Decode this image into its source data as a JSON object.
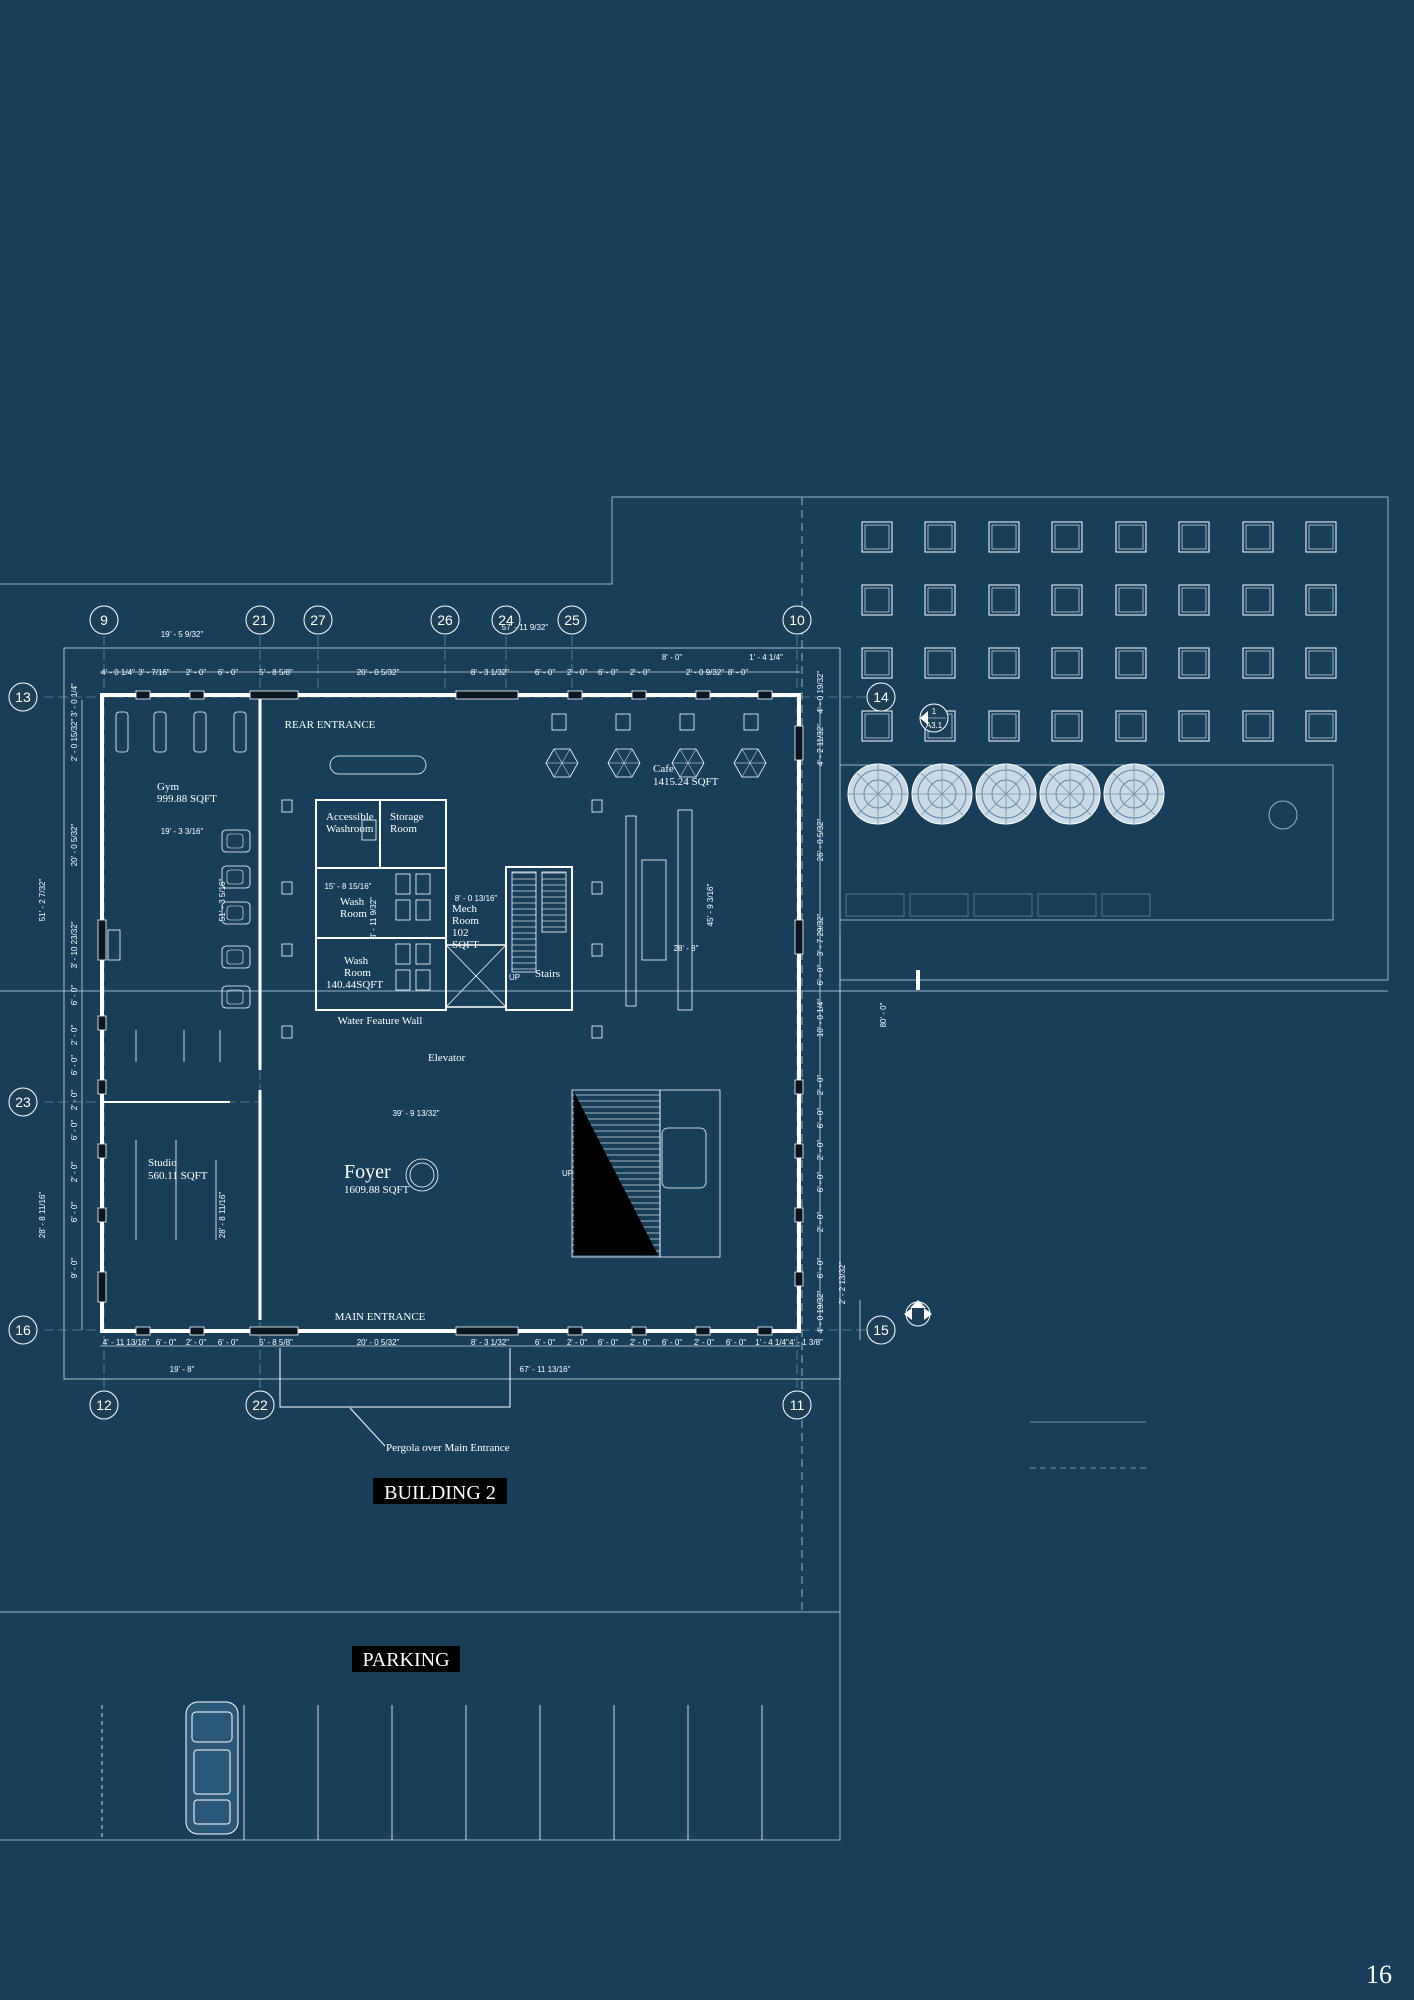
{
  "title": "BUILDING 2",
  "parking_label": "PARKING",
  "page_number": "16",
  "grid_bubbles": [
    "9",
    "21",
    "27",
    "26",
    "24",
    "25",
    "10",
    "13",
    "14",
    "23",
    "16",
    "15",
    "12",
    "22",
    "11"
  ],
  "section_marker": {
    "top": "1",
    "bottom": "A3.1"
  },
  "rooms": {
    "rear_entrance": "REAR ENTRANCE",
    "main_entrance": "MAIN ENTRANCE",
    "gym_name": "Gym",
    "gym_area": "999.88 SQFT",
    "cafe_name": "Cafe",
    "cafe_area": "1415.24 SQFT",
    "acc_wash_1": "Accessible",
    "acc_wash_2": "Washroom",
    "storage_1": "Storage",
    "storage_2": "Room",
    "wash1_1": "Wash",
    "wash1_2": "Room",
    "mech_1": "Mech",
    "mech_2": "Room",
    "mech_3": "102",
    "mech_4": "SQFT",
    "wash2_1": "Wash",
    "wash2_2": "Room",
    "wash2_3": "140.44SQFT",
    "stairs": "Stairs",
    "up1": "UP",
    "up2": "UP",
    "water_wall": "Water Feature Wall",
    "elevator": "Elevator",
    "studio_name": "Studio",
    "studio_area": "560.11 SQFT",
    "foyer_name": "Foyer",
    "foyer_area": "1609.88 SQFT",
    "pergola": "Pergola over Main Entrance"
  },
  "dimensions": {
    "d_top_overall": "19' - 5 9/32\"",
    "d_top_mid": "57' - 11 9/32\"",
    "d_top_r": "8' - 0\"",
    "t1": "4' - 0 1/4\"",
    "t2": "3' - 7/16\"",
    "t3": "2' - 0\"",
    "t4": "6' - 0\"",
    "t5": "5' - 8 5/8\"",
    "t6": "20' - 0 5/32\"",
    "t7": "8' - 3 1/32\"",
    "t8": "6' - 0\"",
    "t9": "2' - 0\"",
    "t10": "6' - 0\"",
    "t11": "2' - 0\"",
    "t12": "2' - 0 9/32\"",
    "t13": "8' - 0\"",
    "t14": "1' - 4 1/4\"",
    "b1": "4' - 11 13/16\"",
    "b2": "6' - 0\"",
    "b3": "2' - 0\"",
    "b4": "6' - 0\"",
    "b5": "5' - 8 5/8\"",
    "b6": "20' - 0 5/32\"",
    "b7": "8' - 3 1/32\"",
    "b8": "6' - 0\"",
    "b9": "2' - 0\"",
    "b10": "6' - 0\"",
    "b11": "2' - 0\"",
    "b12": "6' - 0\"",
    "b13": "2' - 0\"",
    "b14": "6' - 0\"",
    "b15": "1' - 4 1/4\"",
    "b16": "4' - 1 3/8\"",
    "d_bot_l": "19' - 8\"",
    "d_bot_mid": "67' - 11 13/16\"",
    "gym_width": "19' - 3 3/16\"",
    "core_width": "15' - 8 15/16\"",
    "core_h": "8' - 11 9/32\"",
    "mech_w": "8' - 0 13/16\"",
    "cafe_w": "28' - 8\"",
    "foyer_w": "39' - 9 13/32\"",
    "gym_depth": "51' - 3 5/16\"",
    "cafe_depth": "45' - 9 3/16\"",
    "studio_depth": "28' - 8 11/16\"",
    "left_overall": "51' - 2 7/32\"",
    "left_low": "28' - 8 11/16\"",
    "left_top": "2' - 0 15/32\"",
    "left_top2": "3' - 0 1/4\"",
    "left_mid": "20' - 0 5/32\"",
    "left_a": "3' - 10 23/32\"",
    "left_b": "6' - 0\"",
    "left_c": "2' - 0\"",
    "left_d": "6' - 0\"",
    "left_e": "2' - 0\"",
    "left_f": "6' - 0\"",
    "left_g": "2' - 0\"",
    "left_h": "6' - 0\"",
    "left_i": "9' - 0\"",
    "right_a": "4' - 0 19/32\"",
    "right_b": "4' - 2 11/32\"",
    "right_c": "26' - 0 5/32\"",
    "right_d": "3' - 7 29/32\"",
    "right_e": "6' - 0\"",
    "right_f": "10' - 0 1/4\"",
    "right_g": "2' - 0\"",
    "right_h": "6' - 0\"",
    "right_i": "2' - 0\"",
    "right_j": "6' - 0\"",
    "right_k": "2' - 0\"",
    "right_l": "6' - 0\"",
    "right_m": "4' - 0 19/32\"",
    "right_overall": "80' - 0\"",
    "right_low": "2' - 2 13/32\""
  },
  "colors": {
    "background": "#183f59",
    "lines": "#ffffff",
    "thin_lines": "#8fb3c8"
  }
}
